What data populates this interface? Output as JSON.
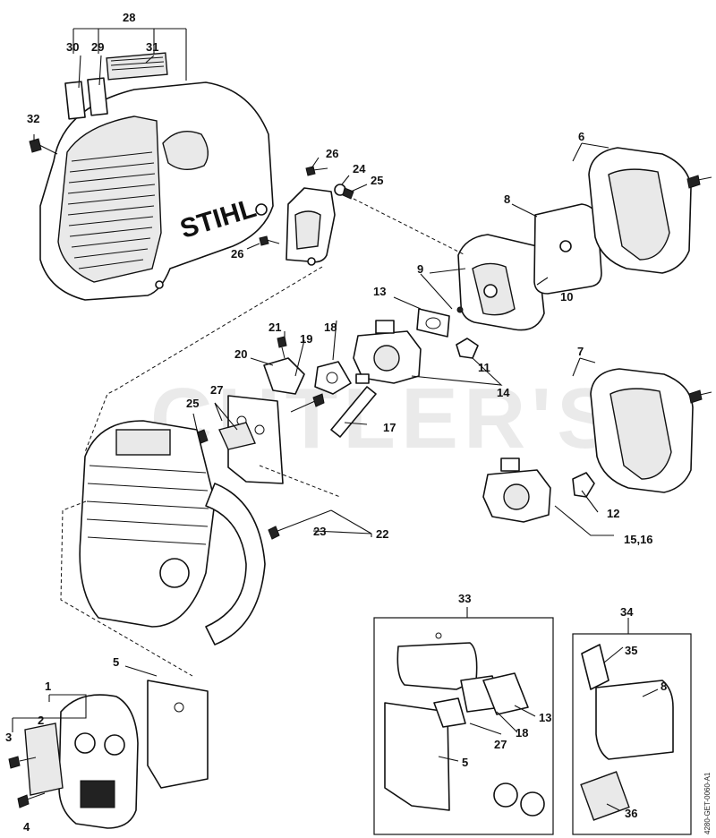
{
  "brand_logo": "STIHL",
  "watermark": "CUTLER'S",
  "document_id": "4280-GET-0060-A1",
  "callouts": {
    "c1": "1",
    "c2": "2",
    "c3": "3",
    "c4": "4",
    "c5a": "5",
    "c5b": "5",
    "c6": "6",
    "c7": "7",
    "c8a": "8",
    "c8b": "8",
    "c9": "9",
    "c10": "10",
    "c11": "11",
    "c12": "12",
    "c13a": "13",
    "c13b": "13",
    "c14": "14",
    "c15_16": "15,16",
    "c17": "17",
    "c18a": "18",
    "c18b": "18",
    "c19": "19",
    "c20": "20",
    "c21": "21",
    "c22": "22",
    "c23": "23",
    "c24": "24",
    "c25a": "25",
    "c25b": "25",
    "c26a": "26",
    "c26b": "26",
    "c27a": "27",
    "c27b": "27",
    "c28": "28",
    "c29": "29",
    "c30": "30",
    "c31": "31",
    "c32": "32",
    "c33": "33",
    "c34": "34",
    "c35": "35",
    "c36": "36"
  }
}
